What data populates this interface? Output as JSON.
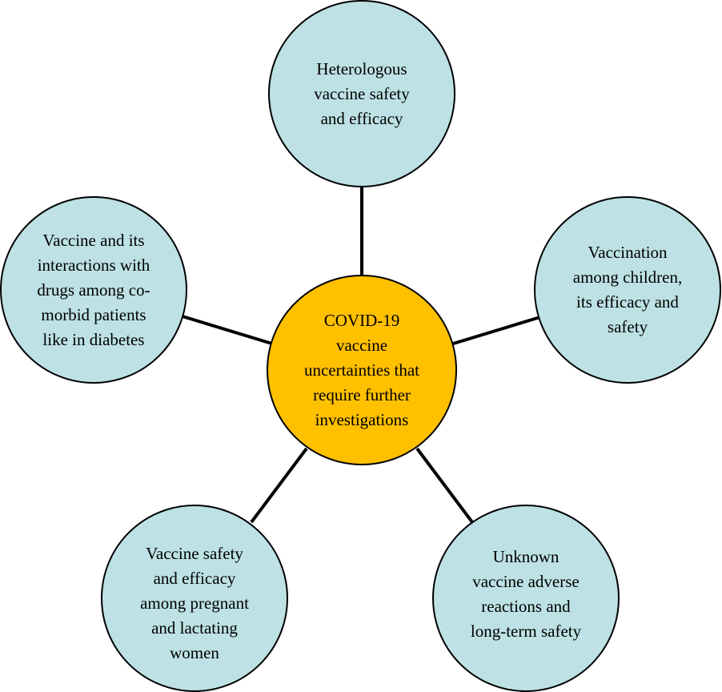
{
  "colors": {
    "center_fill": "#ffc000",
    "outer_fill": "#bde1e4",
    "stroke": "#000000"
  },
  "center": {
    "label": "COVID-19\nvaccine\nuncertainties that\nrequire further\ninvestigations"
  },
  "nodes": {
    "top": {
      "label": "Heterologous\nvaccine safety\nand efficacy"
    },
    "left": {
      "label": "Vaccine and its\ninteractions with\ndrugs among co-\nmorbid patients\nlike in diabetes"
    },
    "right": {
      "label": "Vaccination\namong children,\nits efficacy and\nsafety"
    },
    "bottom_left": {
      "label": "Vaccine safety\nand efficacy\namong pregnant\nand lactating\nwomen"
    },
    "bottom_right": {
      "label": "Unknown\nvaccine adverse\nreactions and\nlong-term safety"
    }
  }
}
